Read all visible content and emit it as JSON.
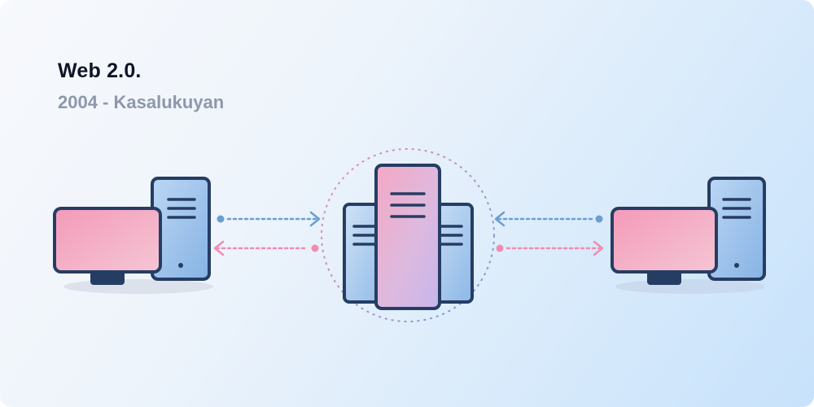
{
  "header": {
    "title": "Web 2.0.",
    "subtitle": "2004 - Kasalukuyan"
  },
  "colors": {
    "outline": "#263d63",
    "screen_pink": "#f29fbd",
    "tower_blue": "#a9cbef",
    "arrow_blue": "#6b9fd0",
    "arrow_pink": "#f08cb2",
    "server_main": "#e3b7d9"
  },
  "nodes": [
    {
      "name": "client-computer-left",
      "icon": "desktop-computer-icon"
    },
    {
      "name": "central-server",
      "icon": "server-cluster-icon"
    },
    {
      "name": "client-computer-right",
      "icon": "desktop-computer-icon"
    }
  ],
  "connections": [
    {
      "from": "client-computer-left",
      "to": "central-server",
      "color": "blue"
    },
    {
      "from": "central-server",
      "to": "client-computer-left",
      "color": "pink"
    },
    {
      "from": "client-computer-right",
      "to": "central-server",
      "color": "blue"
    },
    {
      "from": "central-server",
      "to": "client-computer-right",
      "color": "pink"
    }
  ]
}
